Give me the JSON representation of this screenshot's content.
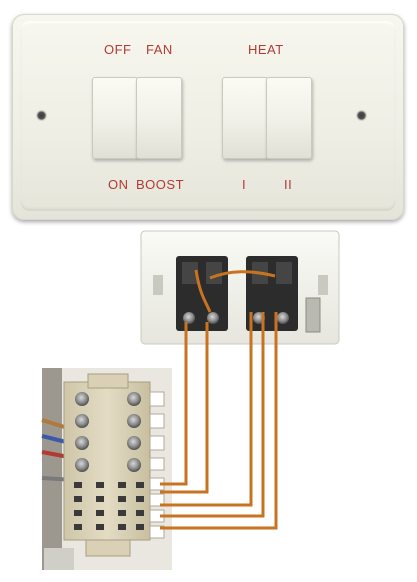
{
  "faceplate": {
    "left_switch": {
      "top_labels": [
        "OFF",
        "FAN"
      ],
      "bottom_labels": [
        "ON",
        "BOOST"
      ]
    },
    "right_switch": {
      "top_label": "HEAT",
      "bottom_labels": [
        "I",
        "II"
      ]
    }
  },
  "colors": {
    "label_red": "#b23a33",
    "wire_orange": "#c8731f",
    "plate_ivory": "#f0f0e6",
    "terminal_beige": "#d9d0b5"
  }
}
